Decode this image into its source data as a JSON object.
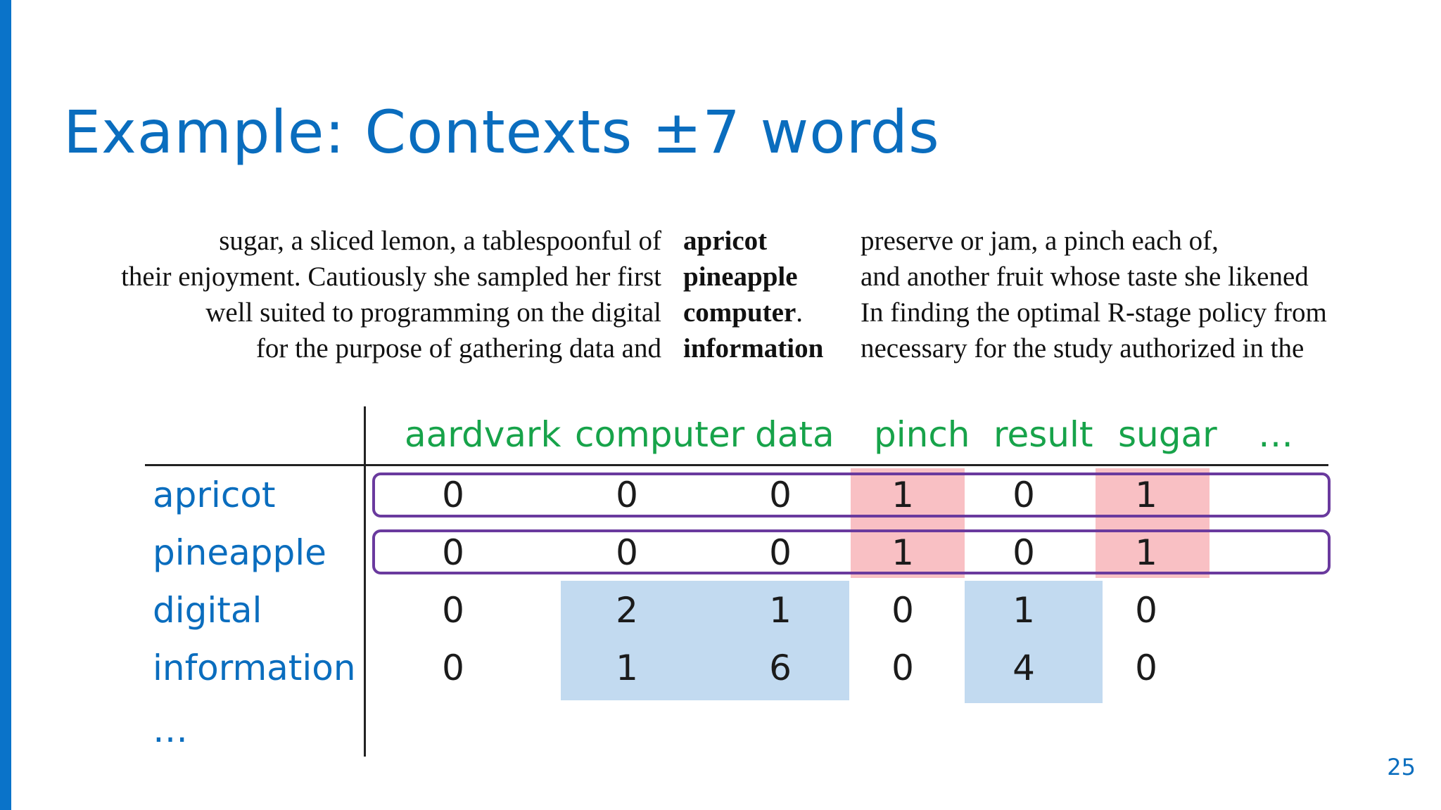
{
  "slide": {
    "title": "Example: Contexts ±7 words",
    "page_number": "25"
  },
  "contexts": [
    {
      "left": "sugar, a sliced lemon, a tablespoonful of",
      "target": "apricot",
      "target_suffix": "",
      "right": "preserve or jam, a pinch each of,"
    },
    {
      "left": "their enjoyment. Cautiously she sampled her first",
      "target": "pineapple",
      "target_suffix": "",
      "right": "and another fruit whose taste she likened"
    },
    {
      "left": "well suited to programming on the digital",
      "target": "computer",
      "target_suffix": ".",
      "right": "In finding the optimal R-stage policy from"
    },
    {
      "left": "for the purpose of gathering data and",
      "target": "information",
      "target_suffix": "",
      "right": "necessary for the study authorized in the"
    }
  ],
  "matrix": {
    "columns": [
      "aardvark",
      "computer",
      "data",
      "pinch",
      "result",
      "sugar",
      "…"
    ],
    "rows": [
      {
        "label": "apricot",
        "values": [
          "0",
          "0",
          "0",
          "1",
          "0",
          "1"
        ]
      },
      {
        "label": "pineapple",
        "values": [
          "0",
          "0",
          "0",
          "1",
          "0",
          "1"
        ]
      },
      {
        "label": "digital",
        "values": [
          "0",
          "2",
          "1",
          "0",
          "1",
          "0"
        ]
      },
      {
        "label": "information",
        "values": [
          "0",
          "1",
          "6",
          "0",
          "4",
          "0"
        ]
      }
    ],
    "row_ellipsis": "…",
    "colors": {
      "fruit_highlight": "#F9C0C4",
      "tech_highlight": "#C2DAF0",
      "row_outline": "#6A3A9E",
      "column_words": "#17A34A",
      "row_words": "#0A6DBE"
    }
  }
}
